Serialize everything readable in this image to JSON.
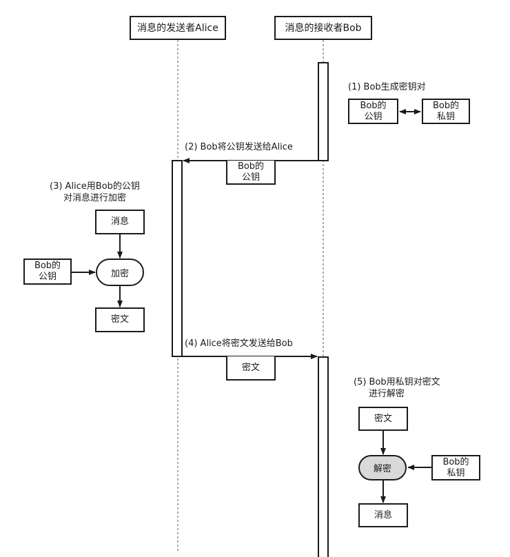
{
  "participants": {
    "alice": "消息的发送者Alice",
    "bob": "消息的接收者Bob"
  },
  "steps": {
    "step1": {
      "title": "(1) Bob生成密钥对",
      "public_key": [
        "Bob的",
        "公钥"
      ],
      "private_key": [
        "Bob的",
        "私钥"
      ]
    },
    "step2": {
      "title": "(2) Bob将公钥发送给Alice",
      "payload": [
        "Bob的",
        "公钥"
      ]
    },
    "step3": {
      "title": [
        "(3) Alice用Bob的公钥",
        "对消息进行加密"
      ],
      "input": "消息",
      "key": [
        "Bob的",
        "公钥"
      ],
      "process": "加密",
      "output": "密文"
    },
    "step4": {
      "title": "(4) Alice将密文发送给Bob",
      "payload": "密文"
    },
    "step5": {
      "title": [
        "(5) Bob用私钥对密文",
        "进行解密"
      ],
      "input": "密文",
      "key": [
        "Bob的",
        "私钥"
      ],
      "process": "解密",
      "output": "消息"
    }
  },
  "colors": {
    "stroke": "#1a1a1a",
    "decrypt_fill": "#d9d9d9"
  }
}
